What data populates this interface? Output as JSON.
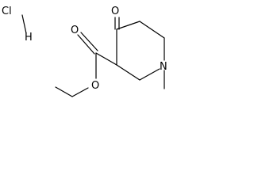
{
  "molecule": {
    "hcl": {
      "cl": "Cl",
      "h": "H"
    },
    "atoms": {
      "ketone_o": "O",
      "ester_o_carbonyl": "O",
      "ester_o_ether": "O",
      "ring_n": "N"
    }
  },
  "colors": {
    "bond": "#000000",
    "text": "#000000",
    "background": "#ffffff"
  }
}
